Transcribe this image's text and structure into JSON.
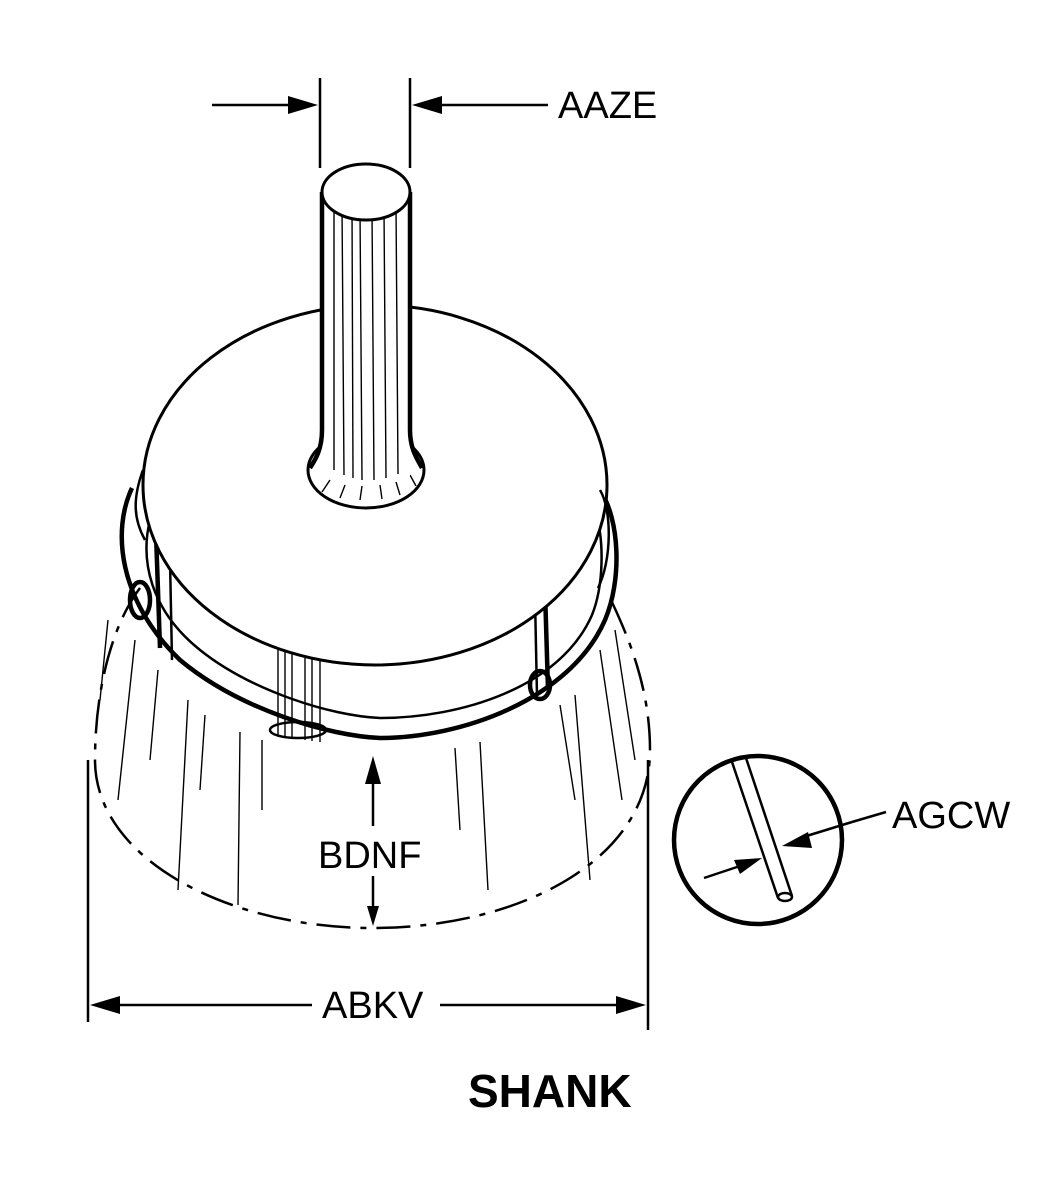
{
  "title": "SHANK",
  "dimensions": {
    "shank_diameter": "AAZE",
    "wire_diameter": "AGCW",
    "trim_length": "BDNF",
    "overall_diameter": "ABKV"
  },
  "icons": {
    "brush": "cup-brush-drawing",
    "detail": "wire-detail-circle"
  }
}
